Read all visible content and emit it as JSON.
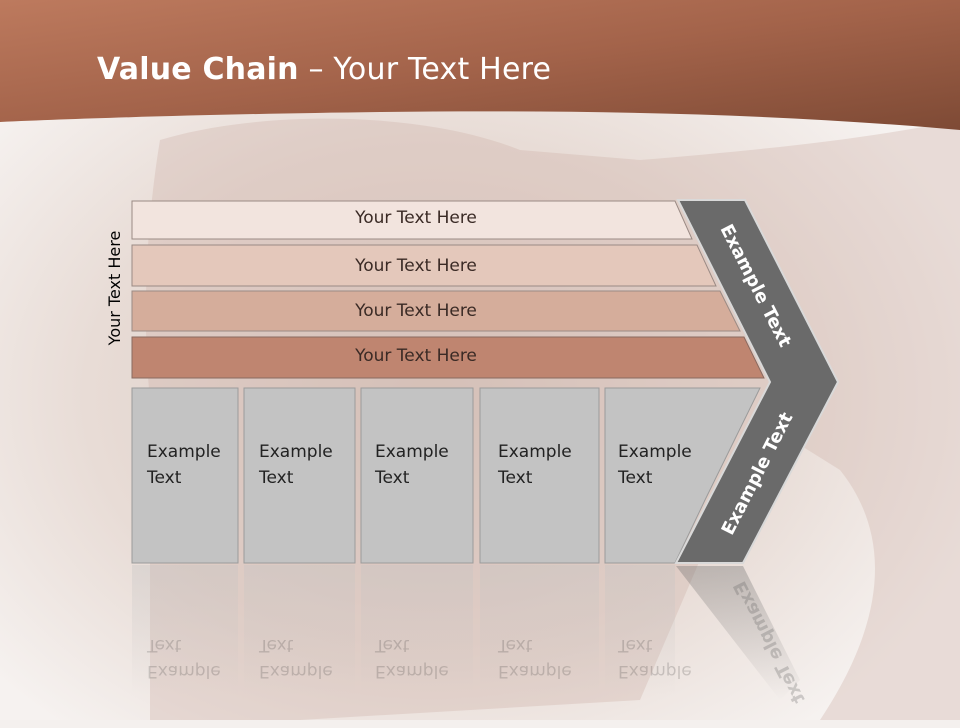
{
  "title": {
    "bold": "Value Chain",
    "rest": " – Your Text Here"
  },
  "side_label": "Your Text Here",
  "bands": [
    {
      "label": "Your Text Here"
    },
    {
      "label": "Your Text Here"
    },
    {
      "label": "Your Text Here"
    },
    {
      "label": "Your Text Here"
    }
  ],
  "boxes": [
    {
      "line1": "Example",
      "line2": "Text"
    },
    {
      "line1": "Example",
      "line2": "Text"
    },
    {
      "line1": "Example",
      "line2": "Text"
    },
    {
      "line1": "Example",
      "line2": "Text"
    },
    {
      "line1": "Example",
      "line2": "Text"
    }
  ],
  "chevron": {
    "upper": "Example Text",
    "lower": "Example Text"
  },
  "colors": {
    "header": "#a4644c",
    "band1": "#f2e4de",
    "band2": "#e4c8bb",
    "band3": "#d5ad9b",
    "band4": "#bf8570",
    "box": "#c3c3c3",
    "chevron": "#6a6a6a"
  }
}
